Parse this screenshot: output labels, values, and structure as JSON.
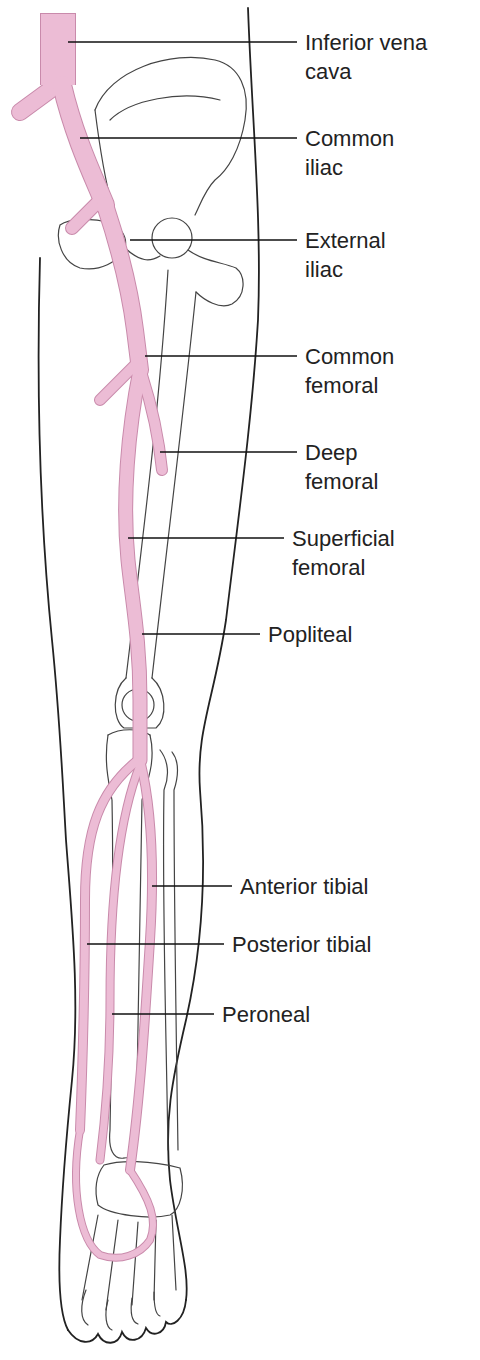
{
  "diagram": {
    "labels": [
      "Inferior vena cava",
      "Common iliac",
      "External iliac",
      "Common femoral",
      "Deep femoral",
      "Superficial femoral",
      "Popliteal",
      "Anterior tibial",
      "Posterior tibial",
      "Peroneal"
    ]
  }
}
